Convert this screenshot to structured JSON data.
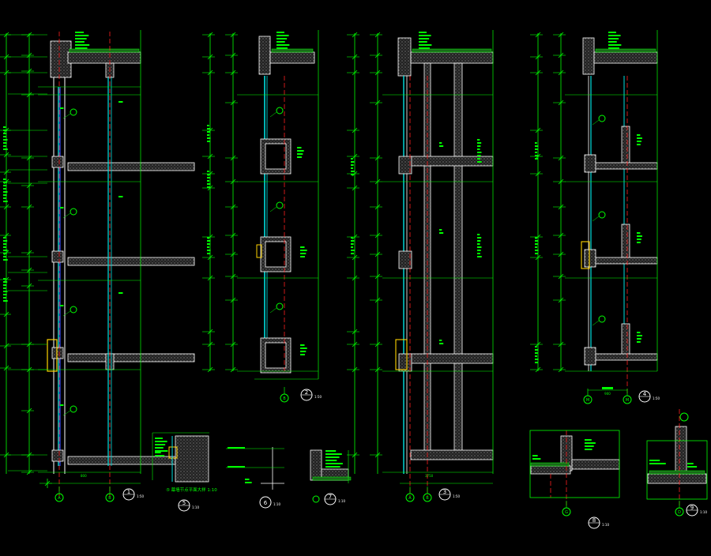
{
  "drawing": {
    "background": "#000000",
    "colors": {
      "dimension": "#00ff00",
      "structure": "#ffffff",
      "hatch": "#9a9a9a",
      "glass": "#00e0e0",
      "axis": "#ff2020",
      "detail": "#ffd400",
      "note": "#00ff00"
    },
    "section_marks": [
      {
        "num": "1",
        "scale": "1:50"
      },
      {
        "num": "2",
        "scale": "1:50"
      },
      {
        "num": "3",
        "scale": "1:50"
      },
      {
        "num": "4",
        "scale": "1:50"
      },
      {
        "num": "5",
        "scale": "1:10"
      },
      {
        "num": "6",
        "scale": "1:10"
      },
      {
        "num": "7",
        "scale": "1:10"
      },
      {
        "num": "8",
        "scale": "1:10"
      },
      {
        "num": "9",
        "scale": "1:10"
      }
    ],
    "grid_axes": {
      "s1": [
        "A",
        "B"
      ],
      "s2": [
        "B"
      ],
      "s3": [
        "A",
        "B"
      ],
      "s4": [
        "M"
      ],
      "d7": [
        "G"
      ],
      "d8": [
        "D"
      ]
    },
    "detail_title": "⑤ 幕墙节点平面大样 1:10",
    "dim_labels": {
      "s1_bottom": "800",
      "s3_bottom": "3750",
      "s4_bottom": "900"
    }
  }
}
